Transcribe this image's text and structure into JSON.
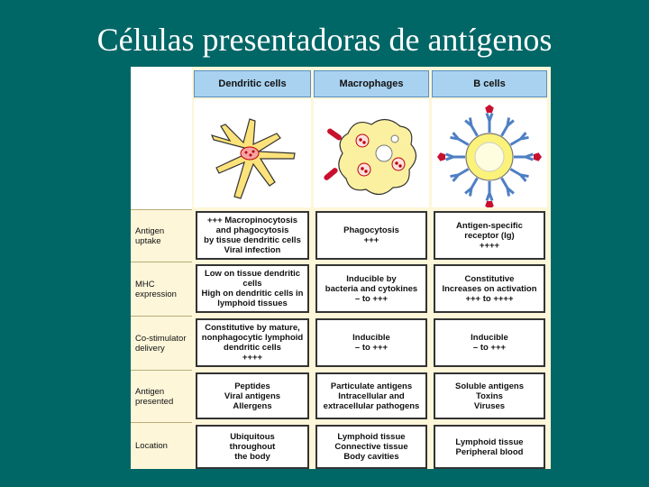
{
  "slide": {
    "title": "Células presentadoras de antígenos"
  },
  "table": {
    "columns": [
      "Dendritic cells",
      "Macrophages",
      "B cells"
    ],
    "rows": [
      {
        "label": "Antigen\nuptake",
        "cells": [
          "+++ Macropinocytosis\nand phagocytosis\nby tissue dendritic cells\nViral infection",
          "Phagocytosis\n+++",
          "Antigen-specific\nreceptor (Ig)\n++++"
        ]
      },
      {
        "label": "MHC\nexpression",
        "cells": [
          "Low on tissue dendritic cells\nHigh on dendritic cells in\nlymphoid tissues",
          "Inducible by\nbacteria and cytokines\n– to +++",
          "Constitutive\nIncreases on activation\n+++ to ++++"
        ]
      },
      {
        "label": "Co-stimulator\ndelivery",
        "cells": [
          "Constitutive by mature,\nnonphagocytic lymphoid\ndendritic cells\n++++",
          "Inducible\n– to +++",
          "Inducible\n– to +++"
        ]
      },
      {
        "label": "Antigen\npresented",
        "cells": [
          "Peptides\nViral antigens\nAllergens",
          "Particulate antigens\nIntracellular and\nextracellular pathogens",
          "Soluble antigens\nToxins\nViruses"
        ]
      },
      {
        "label": "Location",
        "cells": [
          "Ubiquitous\nthroughout\nthe body",
          "Lymphoid tissue\nConnective tissue\nBody cavities",
          "Lymphoid tissue\nPeripheral blood"
        ]
      }
    ]
  },
  "colors": {
    "background": "#006666",
    "header": "#a9d2f0",
    "figure_bg": "#fdf6d9",
    "dendritic_cell": "#fbe27a",
    "macrophage": "#fbf0a0",
    "b_cell": "#fbf27a",
    "receptor": "#4e7fc4",
    "antigen": "#c8102e"
  },
  "icons": [
    "dendritic-cell-icon",
    "macrophage-icon",
    "b-cell-icon"
  ]
}
